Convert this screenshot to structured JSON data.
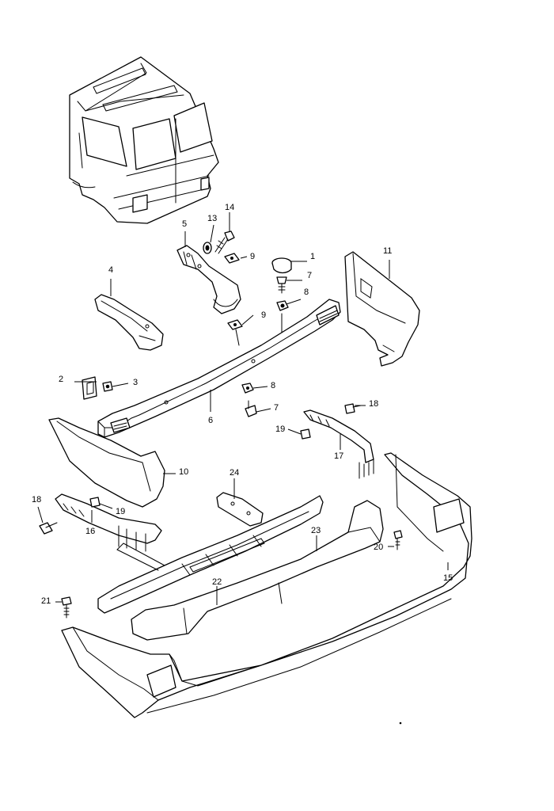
{
  "callouts": {
    "c1": "1",
    "c2": "2",
    "c3": "3",
    "c4": "4",
    "c5": "5",
    "c6": "6",
    "c7a": "7",
    "c7b": "7",
    "c8a": "8",
    "c8b": "8",
    "c9a": "9",
    "c9b": "9",
    "c10": "10",
    "c11": "11",
    "c13": "13",
    "c14": "14",
    "c15": "15",
    "c16": "16",
    "c17": "17",
    "c18a": "18",
    "c18b": "18",
    "c19a": "19",
    "c19b": "19",
    "c20": "20",
    "c21": "21",
    "c22": "22",
    "c23": "23",
    "c24": "24"
  },
  "colors": {
    "line": "#000000",
    "background": "#ffffff"
  }
}
